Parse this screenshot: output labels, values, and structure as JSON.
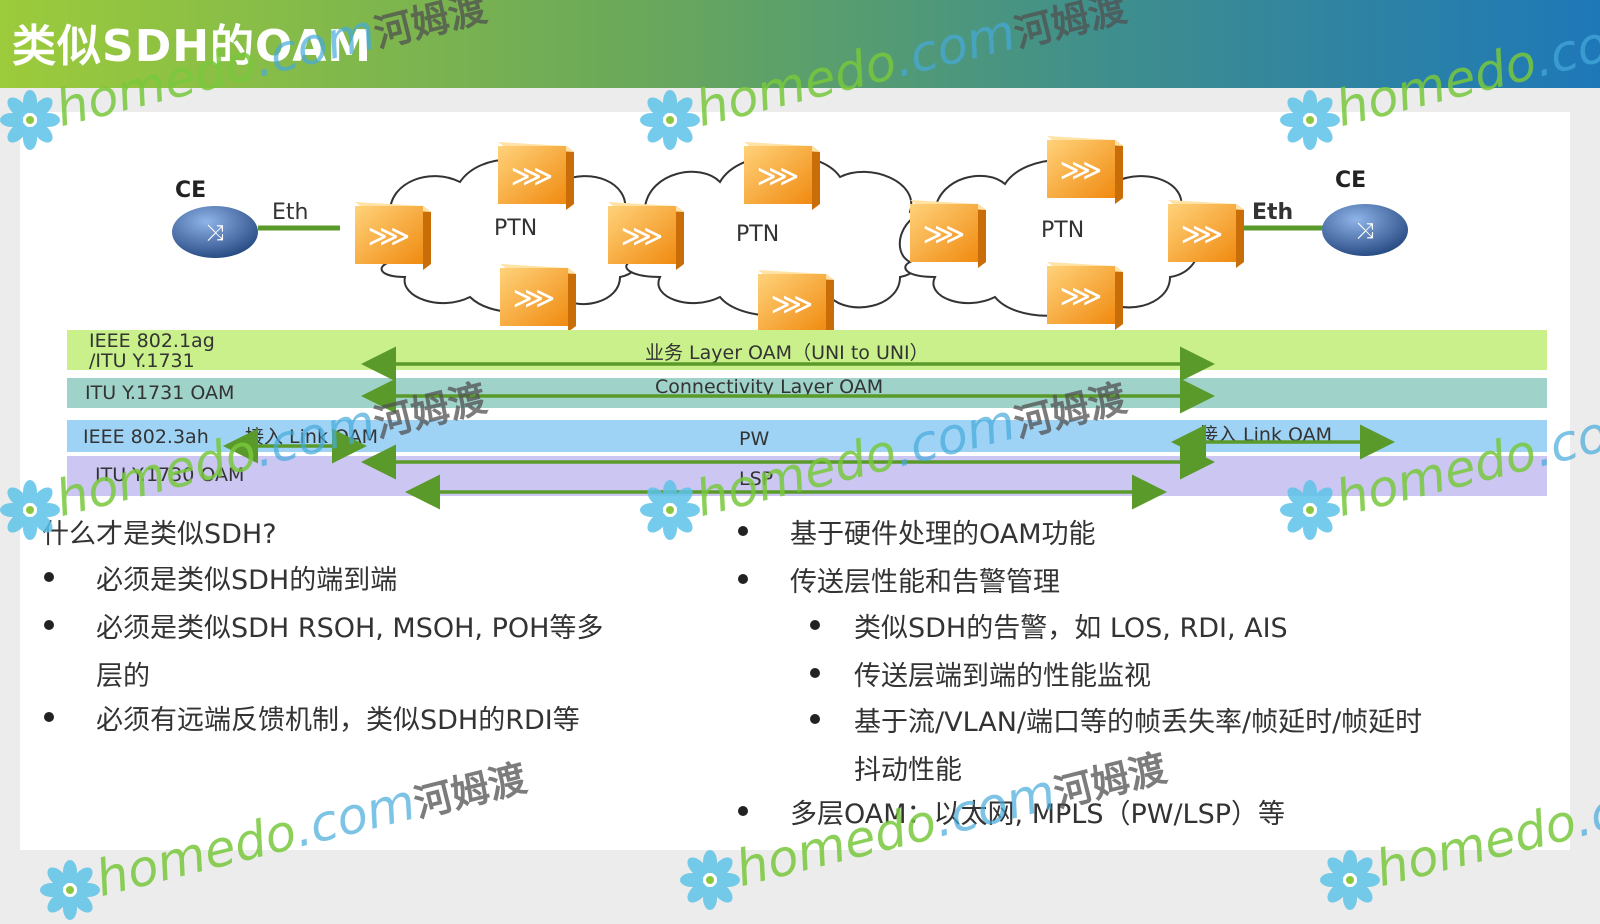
{
  "title": "类似SDH的OAM",
  "diagram": {
    "ce_left": "CE",
    "ce_right": "CE",
    "eth_left": "Eth",
    "eth_right": "Eth",
    "ptn_labels": [
      "PTN",
      "PTN",
      "PTN"
    ],
    "bands": [
      {
        "label_line1": "IEEE 802.1ag",
        "label_line2": "/ITU Y.1731",
        "arrow_label": "业务 Layer OAM（UNI to UNI）",
        "color": "#c9f08a"
      },
      {
        "label_line1": "ITU Y.1731 OAM",
        "label_line2": "",
        "arrow_label": "Connectivity Layer OAM",
        "color": "#9fd2c8"
      },
      {
        "label_line1": "IEEE 802.3ah",
        "label_line2": "",
        "arrow_label": "PW",
        "left_link": "接入 Link OAM",
        "right_link": "接入 Link OAM",
        "color": "#9fd3f5"
      },
      {
        "label_line1": "ITU Y.1730 OAM",
        "label_line2": "",
        "arrow_label": "LSP",
        "color": "#cbc6f2"
      }
    ],
    "arrow_color": "#5a9a2a",
    "router_color": "#2b5b9a",
    "switch_color": "#f5a623"
  },
  "left": {
    "question": "什么才是类似SDH?",
    "bullets": [
      "必须是类似SDH的端到端",
      "必须是类似SDH RSOH, MSOH, POH等多",
      "层的",
      "必须有远端反馈机制，类似SDH的RDI等"
    ]
  },
  "right": {
    "b1": "基于硬件处理的OAM功能",
    "b2": "传送层性能和告警管理",
    "sub1": "类似SDH的告警，如 LOS, RDI, AIS",
    "sub2": "传送层端到端的性能监视",
    "sub3a": "基于流/VLAN/端口等的帧丢失率/帧延时/帧延时",
    "sub3b": "抖动性能",
    "b3": "多层OAM：以太网, MPLS（PW/LSP）等"
  },
  "watermark": {
    "text1": "homedo",
    "text2": ".com",
    "text3": "河姆渡"
  }
}
